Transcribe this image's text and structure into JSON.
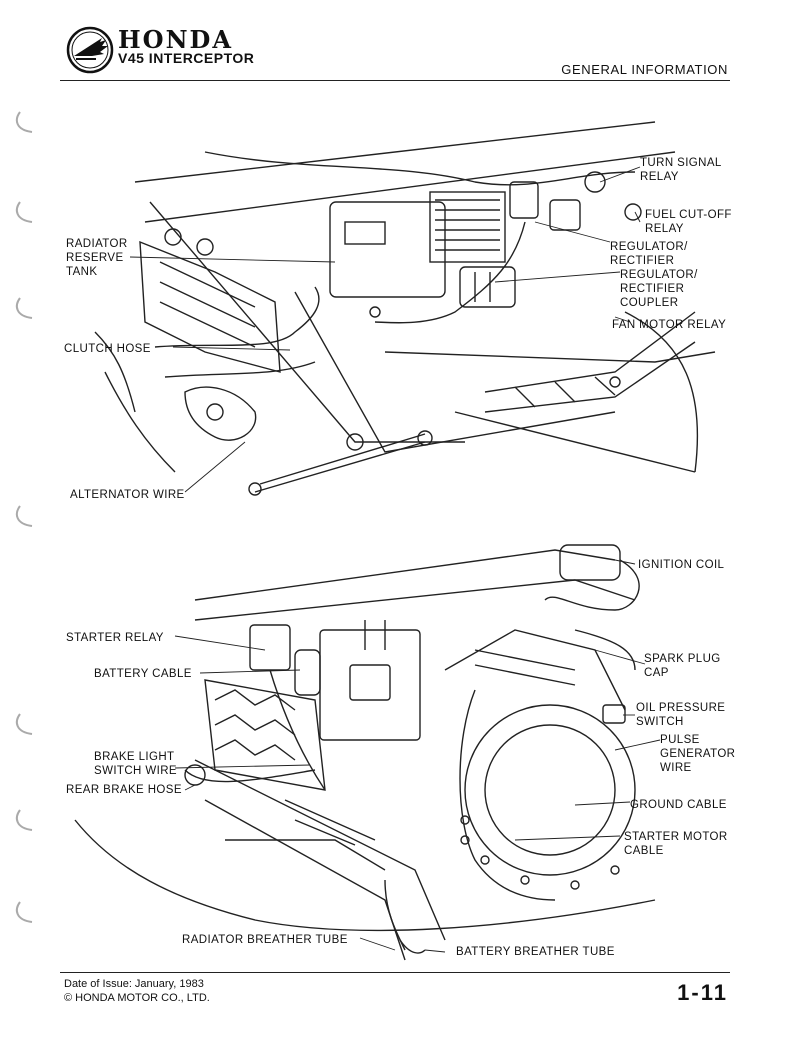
{
  "header": {
    "brand": "HONDA",
    "model": "V45 INTERCEPTOR",
    "section_title": "GENERAL INFORMATION",
    "logo_icon": "honda-wing-icon"
  },
  "diagram_top": {
    "labels": {
      "turn_signal_relay": "TURN SIGNAL\nRELAY",
      "fuel_cut_off_relay": "FUEL CUT-OFF\nRELAY",
      "regulator_rectifier": "REGULATOR/\nRECTIFIER",
      "regulator_rectifier_coupler": "REGULATOR/\nRECTIFIER\nCOUPLER",
      "fan_motor_relay": "FAN MOTOR RELAY",
      "radiator_reserve_tank": "RADIATOR\nRESERVE\nTANK",
      "clutch_hose": "CLUTCH HOSE",
      "alternator_wire": "ALTERNATOR WIRE"
    }
  },
  "diagram_bottom": {
    "labels": {
      "ignition_coil": "IGNITION COIL",
      "starter_relay": "STARTER RELAY",
      "battery_cable": "BATTERY CABLE",
      "spark_plug_cap": "SPARK PLUG\nCAP",
      "oil_pressure_switch": "OIL PRESSURE\nSWITCH",
      "pulse_generator_wire": "PULSE\nGENERATOR\nWIRE",
      "brake_light_switch_wire": "BRAKE LIGHT\nSWITCH WIRE",
      "rear_brake_hose": "REAR BRAKE HOSE",
      "ground_cable": "GROUND CABLE",
      "starter_motor_cable": "STARTER MOTOR\nCABLE",
      "radiator_breather_tube": "RADIATOR BREATHER TUBE",
      "battery_breather_tube": "BATTERY BREATHER TUBE"
    }
  },
  "footer": {
    "issue_date": "Date of Issue: January, 1983",
    "copyright": "© HONDA MOTOR CO., LTD.",
    "page_number": "1-11"
  }
}
